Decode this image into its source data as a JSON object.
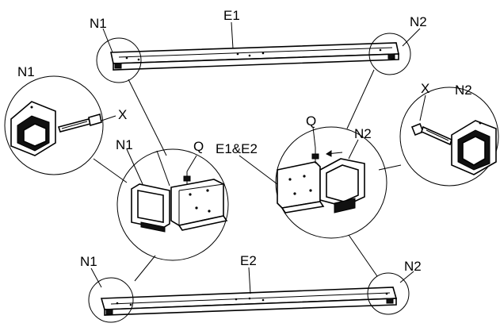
{
  "labels": {
    "e1": "E1",
    "e2": "E2",
    "e1e2": "E1&E2",
    "n1_top": "N1",
    "n2_top": "N2",
    "n1_left_detail": "N1",
    "n2_right_detail": "N2",
    "x_left": "X",
    "x_right": "X",
    "n1_center": "N1",
    "q_left": "Q",
    "q_right": "Q",
    "n2_center": "N2",
    "n1_bottom": "N1",
    "n2_bottom": "N2"
  }
}
